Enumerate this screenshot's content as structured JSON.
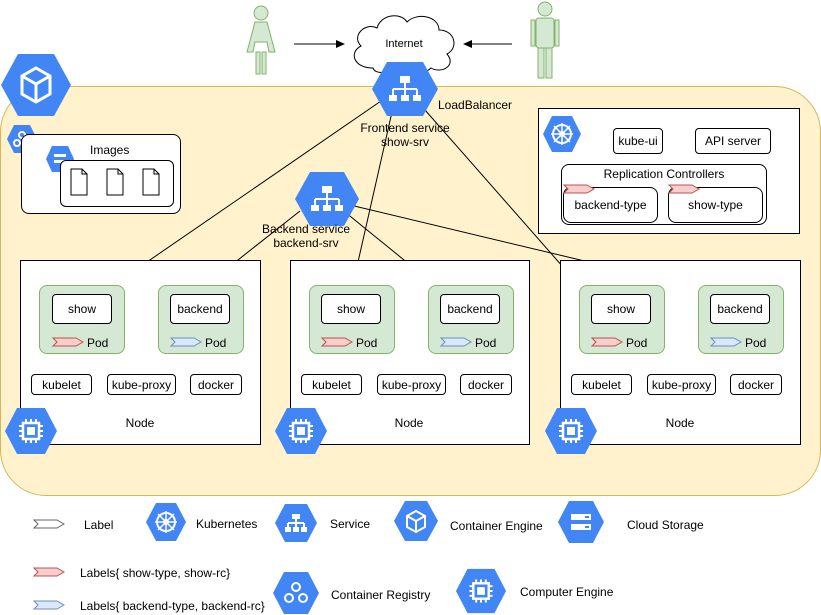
{
  "internet": "Internet",
  "load_balancer": "LoadBalancer",
  "frontend_service": {
    "line1": "Frontend service",
    "line2": "show-srv"
  },
  "backend_service": {
    "line1": "Backend service",
    "line2": "backend-srv"
  },
  "images_label": "Images",
  "master": {
    "kube_ui": "kube-ui",
    "api_server": "API server",
    "replication_controllers": "Replication Controllers",
    "backend_type": "backend-type",
    "show_type": "show-type"
  },
  "nodes": [
    {
      "label": "Node",
      "show": "show",
      "backend": "backend",
      "pod": "Pod",
      "kubelet": "kubelet",
      "kube_proxy": "kube-proxy",
      "docker": "docker"
    },
    {
      "label": "Node",
      "show": "show",
      "backend": "backend",
      "pod": "Pod",
      "kubelet": "kubelet",
      "kube_proxy": "kube-proxy",
      "docker": "docker"
    },
    {
      "label": "Node",
      "show": "show",
      "backend": "backend",
      "pod": "Pod",
      "kubelet": "kubelet",
      "kube_proxy": "kube-proxy",
      "docker": "docker"
    }
  ],
  "legend": {
    "label": "Label",
    "kubernetes": "Kubernetes",
    "service": "Service",
    "container_engine": "Container Engine",
    "cloud_storage": "Cloud Storage",
    "labels_show": "Labels{ show-type, show-rc}",
    "labels_backend": "Labels{ backend-type, backend-rc}",
    "container_registry": "Container Registry",
    "computer_engine": "Computer Engine"
  },
  "colors": {
    "gcp_blue": "#4285f4",
    "cluster_fill": "#fff2cc",
    "cluster_stroke": "#d6b656",
    "pod_fill": "#d5e8d4",
    "pod_stroke": "#82b366",
    "person_fill": "#d5e8d4",
    "show_label": "#f8cecc",
    "backend_label": "#dae8fc"
  }
}
